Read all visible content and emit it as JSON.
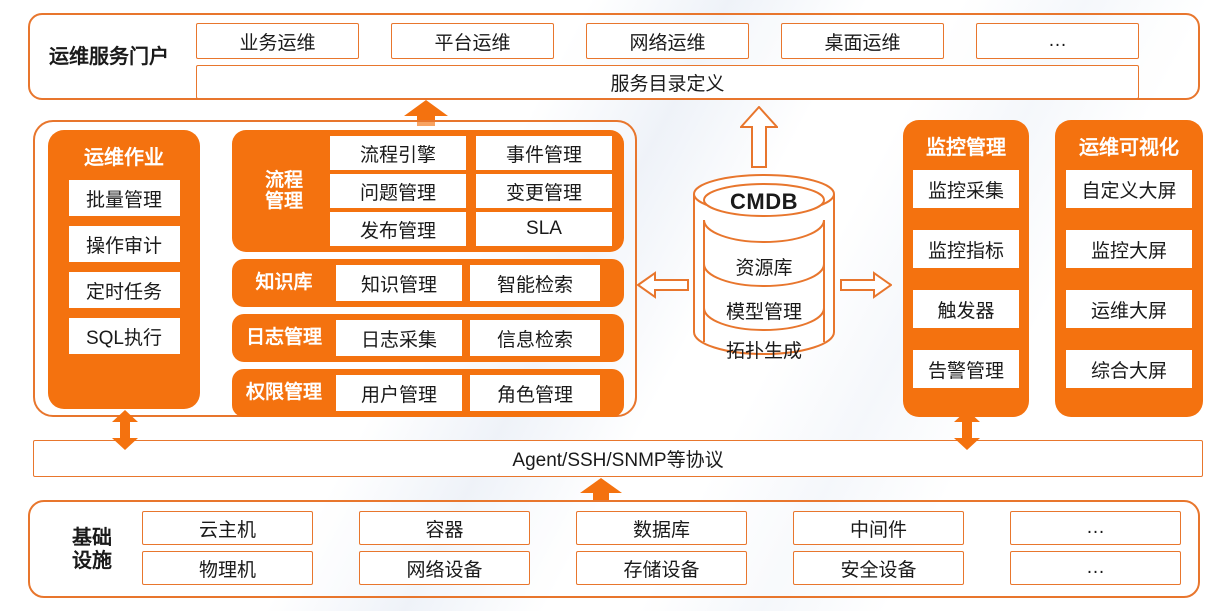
{
  "theme": {
    "orange_fill": "#F4720F",
    "orange_stroke": "#E8762D",
    "text": "#1a1a1a",
    "panel_bg": "#ffffff"
  },
  "portal": {
    "label": "运维服务门户",
    "tabs": [
      {
        "label": "业务运维"
      },
      {
        "label": "平台运维"
      },
      {
        "label": "网络运维"
      },
      {
        "label": "桌面运维"
      },
      {
        "label": "…"
      }
    ],
    "catalog": {
      "label": "服务目录定义"
    }
  },
  "ops_job": {
    "title": "运维作业",
    "items": [
      {
        "label": "批量管理"
      },
      {
        "label": "操作审计"
      },
      {
        "label": "定时任务"
      },
      {
        "label": "SQL执行"
      }
    ]
  },
  "process": {
    "title_line1": "流程",
    "title_line2": "管理",
    "items": [
      {
        "label": "流程引擎"
      },
      {
        "label": "事件管理"
      },
      {
        "label": "问题管理"
      },
      {
        "label": "变更管理"
      },
      {
        "label": "发布管理"
      },
      {
        "label": "SLA"
      }
    ]
  },
  "knowledge": {
    "title": "知识库",
    "items": [
      {
        "label": "知识管理"
      },
      {
        "label": "智能检索"
      }
    ]
  },
  "logs": {
    "title": "日志管理",
    "items": [
      {
        "label": "日志采集"
      },
      {
        "label": "信息检索"
      }
    ]
  },
  "perms": {
    "title": "权限管理",
    "items": [
      {
        "label": "用户管理"
      },
      {
        "label": "角色管理"
      }
    ]
  },
  "cmdb": {
    "title": "CMDB",
    "layers": [
      {
        "label": "资源库"
      },
      {
        "label": "模型管理"
      },
      {
        "label": "拓扑生成"
      }
    ]
  },
  "monitor": {
    "title": "监控管理",
    "items": [
      {
        "label": "监控采集"
      },
      {
        "label": "监控指标"
      },
      {
        "label": "触发器"
      },
      {
        "label": "告警管理"
      }
    ]
  },
  "visual": {
    "title": "运维可视化",
    "items": [
      {
        "label": "自定义大屏"
      },
      {
        "label": "监控大屏"
      },
      {
        "label": "运维大屏"
      },
      {
        "label": "综合大屏"
      }
    ]
  },
  "protocol": {
    "label": "Agent/SSH/SNMP等协议"
  },
  "infrastructure": {
    "label_line1": "基础",
    "label_line2": "设施",
    "columns": [
      {
        "top": "云主机",
        "bottom": "物理机"
      },
      {
        "top": "容器",
        "bottom": "网络设备"
      },
      {
        "top": "数据库",
        "bottom": "存储设备"
      },
      {
        "top": "中间件",
        "bottom": "安全设备"
      },
      {
        "top": "…",
        "bottom": "…"
      }
    ]
  }
}
